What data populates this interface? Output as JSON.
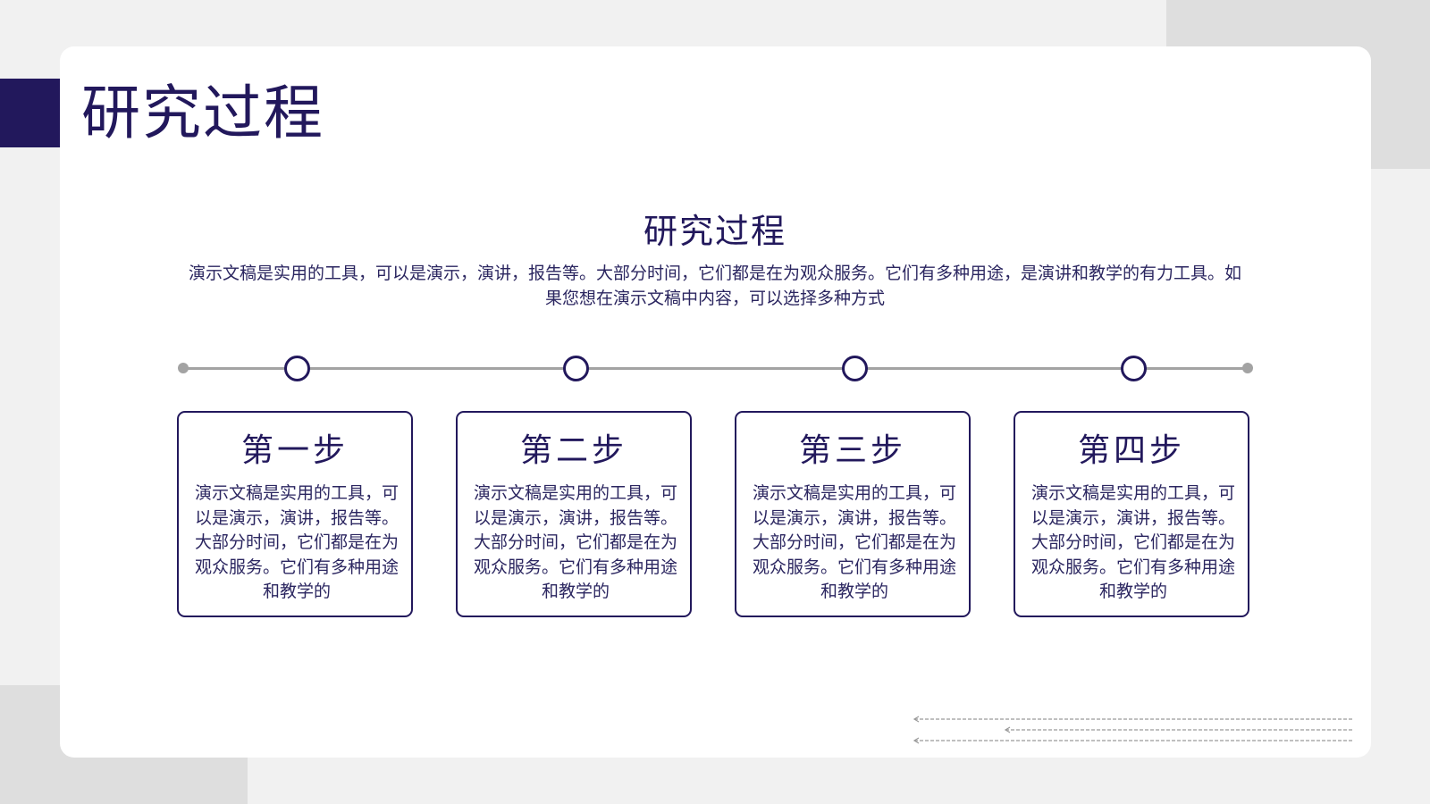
{
  "slide": {
    "title": "研究过程"
  },
  "intro": {
    "title": "研究过程",
    "description": "演示文稿是实用的工具，可以是演示，演讲，报告等。大部分时间，它们都是在为观众服务。它们有多种用途，是演讲和教学的有力工具。如果您想在演示文稿中内容，可以选择多种方式"
  },
  "steps": [
    {
      "title": "第一步",
      "body": "演示文稿是实用的工具，可以是演示，演讲，报告等。大部分时间，它们都是在为观众服务。它们有多种用途和教学的"
    },
    {
      "title": "第二步",
      "body": "演示文稿是实用的工具，可以是演示，演讲，报告等。大部分时间，它们都是在为观众服务。它们有多种用途和教学的"
    },
    {
      "title": "第三步",
      "body": "演示文稿是实用的工具，可以是演示，演讲，报告等。大部分时间，它们都是在为观众服务。它们有多种用途和教学的"
    },
    {
      "title": "第四步",
      "body": "演示文稿是实用的工具，可以是演示，演讲，报告等。大部分时间，它们都是在为观众服务。它们有多种用途和教学的"
    }
  ],
  "colors": {
    "accent": "#22185c",
    "timeline": "#a3a3a3",
    "page_background": "#f1f1f1",
    "card_background": "#ffffff",
    "decor_block": "#dedede"
  },
  "icons": {
    "decoration": "dashed-left-arrows-icon"
  }
}
